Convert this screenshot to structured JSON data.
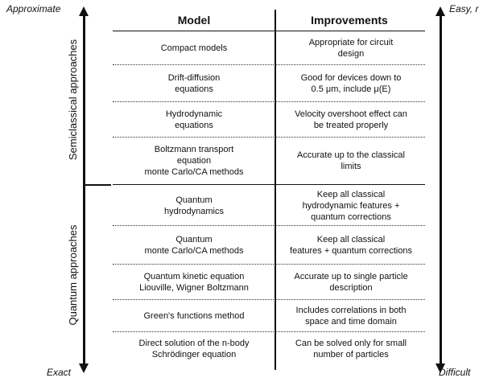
{
  "corners": {
    "top_left": "Approximate",
    "bottom_left": "Exact",
    "top_right": "Easy, r",
    "bottom_right": "Difficult"
  },
  "side_labels": {
    "semiclassical": "Semiclassical approaches",
    "quantum": "Quantum approaches"
  },
  "headers": {
    "model": "Model",
    "improvements": "Improvements"
  },
  "rows": [
    {
      "model": "Compact models",
      "improvement": "Appropriate for circuit\ndesign"
    },
    {
      "model": "Drift-diffusion\nequations",
      "improvement": "Good for devices down to\n0.5 μm, include μ(E)"
    },
    {
      "model": "Hydrodynamic\nequations",
      "improvement": "Velocity overshoot effect can\nbe treated properly"
    },
    {
      "model": "Boltzmann transport\nequation\nmonte Carlo/CA methods",
      "improvement": "Accurate up to the classical\nlimits"
    },
    {
      "model": "Quantum\nhydrodynamics",
      "improvement": "Keep all classical\nhydrodynamic features +\nquantum corrections"
    },
    {
      "model": "Quantum\nmonte Carlo/CA methods",
      "improvement": "Keep all classical\nfeatures + quantum corrections"
    },
    {
      "model": "Quantum kinetic equation\nLiouville, Wigner Boltzmann",
      "improvement": "Accurate up to single particle\ndescription"
    },
    {
      "model": "Green's functions method",
      "improvement": "Includes correlations in both\nspace and time domain"
    },
    {
      "model": "Direct solution of the  n-body\nSchrödinger equation",
      "improvement": "Can be solved only for small\nnumber of particles"
    }
  ]
}
